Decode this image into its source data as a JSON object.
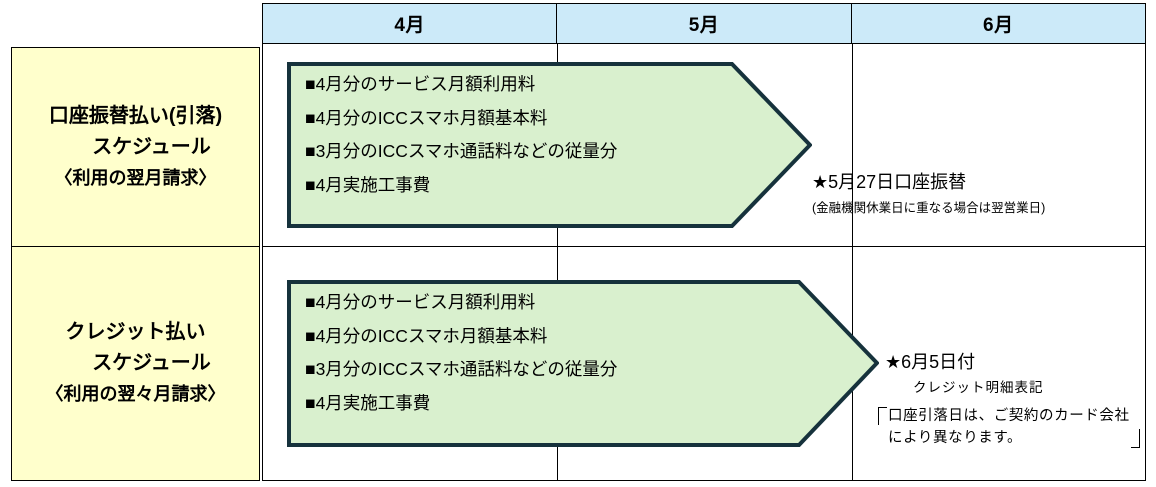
{
  "header": {
    "months": [
      {
        "label": "4月"
      },
      {
        "label": "5月"
      },
      {
        "label": "6月"
      }
    ]
  },
  "rows": [
    {
      "label": {
        "line1": "口座振替払い(引落)",
        "line2": "スケジュール",
        "line3": "〈利用の翌月請求〉"
      },
      "arrow": {
        "items": [
          "■4月分のサービス月額利用料",
          "■4月分のICCスマホ月額基本料",
          "■3月分のICCスマホ通話料などの従量分",
          "■4月実施工事費"
        ]
      },
      "note": {
        "star": "★5月27日口座振替",
        "sub": "(金融機関休業日に重なる場合は翌営業日)"
      }
    },
    {
      "label": {
        "line1": "クレジット払い",
        "line2": "スケジュール",
        "line3": "〈利用の翌々月請求〉"
      },
      "arrow": {
        "items": [
          "■4月分のサービス月額利用料",
          "■4月分のICCスマホ月額基本料",
          "■3月分のICCスマホ通話料などの従量分",
          "■4月実施工事費"
        ]
      },
      "note": {
        "star": "★6月5日付",
        "sub": "クレジット明細表記"
      },
      "caution": {
        "line1": "口座引落日は、ご契約のカード会社",
        "line2": "により異なります。"
      }
    }
  ],
  "colors": {
    "header_fill": "#cceaf9",
    "label_fill": "#ffffcc",
    "arrow_fill": "#d9f0ce",
    "arrow_stroke": "#16323c",
    "grid_line": "#000000"
  }
}
